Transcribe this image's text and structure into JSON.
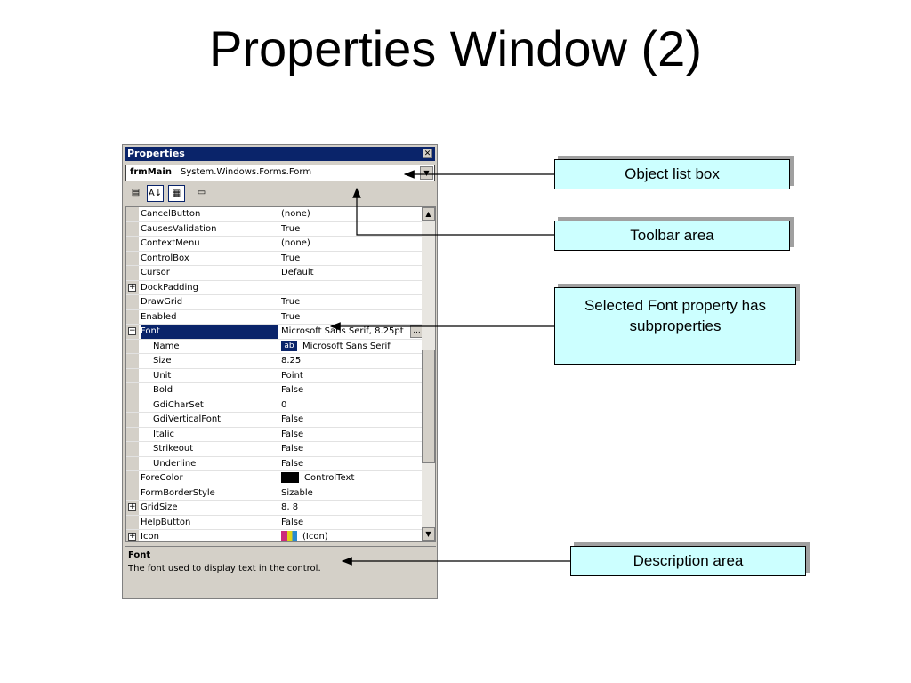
{
  "slide": {
    "title": "Properties Window (2)"
  },
  "window": {
    "title": "Properties",
    "close_glyph": "✕",
    "object": {
      "name": "frmMain",
      "type": "System.Windows.Forms.Form",
      "dropdown_glyph": "▼"
    },
    "toolbar": [
      {
        "icon": "categorized-icon",
        "glyph": "▤",
        "pressed": false
      },
      {
        "icon": "alphabetical-icon",
        "glyph": "A↓",
        "pressed": true
      },
      {
        "icon": "properties-icon",
        "glyph": "▦",
        "pressed": true
      },
      {
        "icon": "property-pages-icon",
        "glyph": "▭",
        "pressed": false
      }
    ],
    "properties": [
      {
        "name": "CancelButton",
        "value": "(none)"
      },
      {
        "name": "CausesValidation",
        "value": "True"
      },
      {
        "name": "ContextMenu",
        "value": "(none)"
      },
      {
        "name": "ControlBox",
        "value": "True"
      },
      {
        "name": "Cursor",
        "value": "Default"
      },
      {
        "name": "DockPadding",
        "value": "",
        "expander": "+"
      },
      {
        "name": "DrawGrid",
        "value": "True"
      },
      {
        "name": "Enabled",
        "value": "True"
      },
      {
        "name": "Font",
        "value": "Microsoft Sans Serif, 8.25pt",
        "expander": "−",
        "selected": true,
        "ellipsis": "..."
      },
      {
        "name": "Name",
        "value": "Microsoft Sans Serif",
        "sub": true,
        "swatch": "ab"
      },
      {
        "name": "Size",
        "value": "8.25",
        "sub": true
      },
      {
        "name": "Unit",
        "value": "Point",
        "sub": true
      },
      {
        "name": "Bold",
        "value": "False",
        "sub": true
      },
      {
        "name": "GdiCharSet",
        "value": "0",
        "sub": true
      },
      {
        "name": "GdiVerticalFont",
        "value": "False",
        "sub": true
      },
      {
        "name": "Italic",
        "value": "False",
        "sub": true
      },
      {
        "name": "Strikeout",
        "value": "False",
        "sub": true
      },
      {
        "name": "Underline",
        "value": "False",
        "sub": true
      },
      {
        "name": "ForeColor",
        "value": "ControlText",
        "swatch": "black"
      },
      {
        "name": "FormBorderStyle",
        "value": "Sizable"
      },
      {
        "name": "GridSize",
        "value": "8, 8",
        "expander": "+"
      },
      {
        "name": "HelpButton",
        "value": "False"
      },
      {
        "name": "Icon",
        "value": "(Icon)",
        "expander": "+",
        "swatch": "icon"
      }
    ],
    "scroll": {
      "up_glyph": "▲",
      "down_glyph": "▼"
    },
    "description": {
      "title": "Font",
      "text": "The font used to display text in the control."
    }
  },
  "callouts": {
    "object_list": "Object list box",
    "toolbar_area": "Toolbar area",
    "font_subprops": "Selected Font property has subproperties",
    "description_area": "Description area"
  },
  "colors": {
    "callout_bg": "#ccffff",
    "selection": "#0a246a",
    "titlebar": "#0a246a"
  }
}
